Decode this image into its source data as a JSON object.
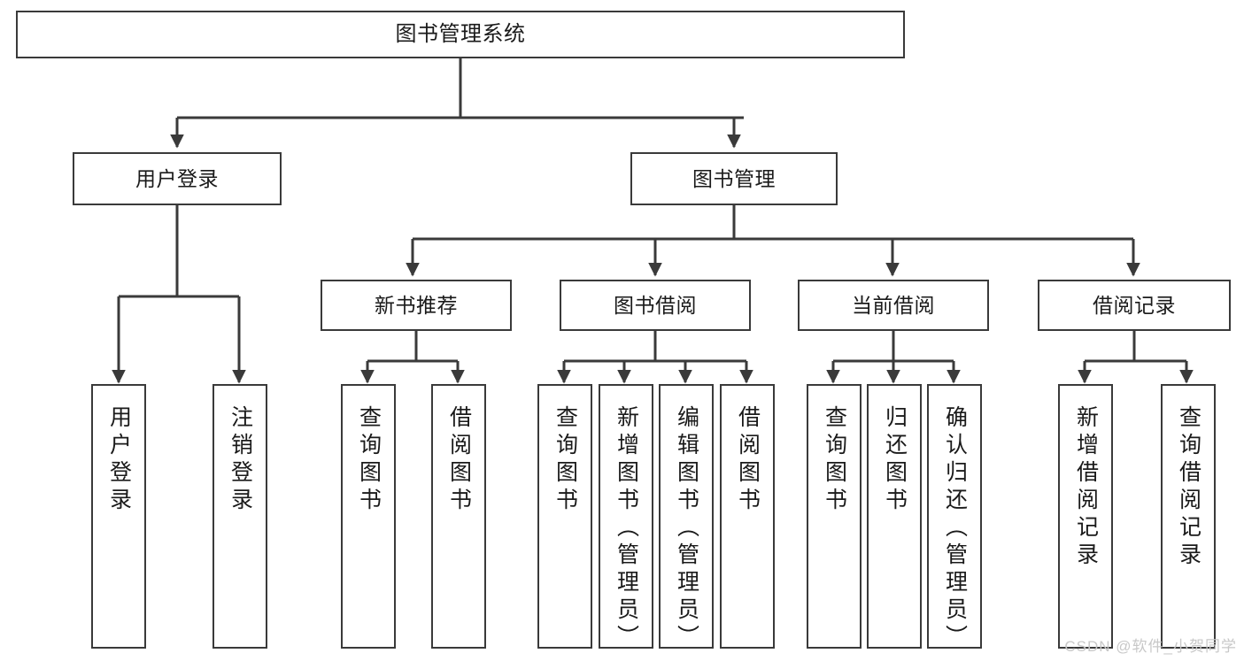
{
  "diagram": {
    "title": "图书管理系统",
    "type": "tree",
    "root": {
      "id": "root",
      "label": "图书管理系统"
    },
    "level1": [
      {
        "id": "user-login",
        "label": "用户登录"
      },
      {
        "id": "book-manage",
        "label": "图书管理"
      }
    ],
    "level2": [
      {
        "id": "new-book-rec",
        "label": "新书推荐",
        "parent": "book-manage"
      },
      {
        "id": "book-borrow",
        "label": "图书借阅",
        "parent": "book-manage"
      },
      {
        "id": "current-borrow",
        "label": "当前借阅",
        "parent": "book-manage"
      },
      {
        "id": "borrow-record",
        "label": "借阅记录",
        "parent": "book-manage"
      }
    ],
    "leaves": [
      {
        "id": "leaf-user-login",
        "label": "用户登录",
        "parent": "user-login"
      },
      {
        "id": "leaf-user-logout",
        "label": "注销登录",
        "parent": "user-login"
      },
      {
        "id": "leaf-query-book-1",
        "label": "查询图书",
        "parent": "new-book-rec"
      },
      {
        "id": "leaf-borrow-book-1",
        "label": "借阅图书",
        "parent": "new-book-rec"
      },
      {
        "id": "leaf-query-book-2",
        "label": "查询图书",
        "parent": "book-borrow"
      },
      {
        "id": "leaf-add-book",
        "label": "新增图书（管理员）",
        "parent": "book-borrow"
      },
      {
        "id": "leaf-edit-book",
        "label": "编辑图书（管理员）",
        "parent": "book-borrow"
      },
      {
        "id": "leaf-borrow-book-2",
        "label": "借阅图书",
        "parent": "book-borrow"
      },
      {
        "id": "leaf-query-book-3",
        "label": "查询图书",
        "parent": "current-borrow"
      },
      {
        "id": "leaf-return-book",
        "label": "归还图书",
        "parent": "current-borrow"
      },
      {
        "id": "leaf-confirm-return",
        "label": "确认归还（管理员）",
        "parent": "current-borrow"
      },
      {
        "id": "leaf-add-record",
        "label": "新增借阅记录",
        "parent": "borrow-record"
      },
      {
        "id": "leaf-query-record",
        "label": "查询借阅记录",
        "parent": "borrow-record"
      }
    ],
    "colors": {
      "border": "#3a3a3a",
      "connector": "#3a3a3a",
      "node_fill": "#ffffff",
      "text": "#1a1a1a",
      "background": "#ffffff",
      "watermark": "#c8c8c8"
    }
  },
  "watermark": {
    "text": "CSDN @软件_小贺同学"
  }
}
